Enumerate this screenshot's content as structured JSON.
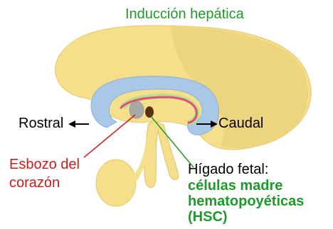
{
  "title": "Inducción hepática",
  "labels": {
    "rostral": "Rostral",
    "caudal": "Caudal",
    "heart_bud": "Esbozo del corazón",
    "fetal_liver": "Hígado fetal:",
    "hsc": "células madre\nhematopoyéticas\n(HSC)"
  },
  "colors": {
    "title_green": "#1e9a2a",
    "heart_red": "#c81e1e",
    "embryo_yellow": "#f5df8a",
    "embryo_shadow": "#ead07a",
    "gut_blue": "#a9c8e8",
    "mesoderm_green": "#b8e08a",
    "endoderm_pink": "#e44b80",
    "heart_gray": "#a8a8a8",
    "liver_brown": "#5a3010"
  }
}
